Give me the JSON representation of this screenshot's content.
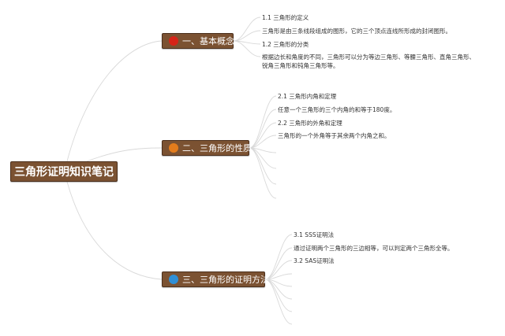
{
  "root": {
    "label": "三角形证明知识笔记"
  },
  "branches": [
    {
      "label": "一、基本概念",
      "dot_color": "#d62418",
      "items": [
        {
          "text": "1.1 三角形的定义"
        },
        {
          "text": "三角形是由三条线段组成的图形，它的三个顶点连线所形成的封闭图形。"
        },
        {
          "text": "1.2 三角形的分类"
        },
        {
          "text": "根据边长和角度的不同，三角形可以分为等边三角形、等腰三角形、直角三角形、锐角三角形和钝角三角形等。"
        }
      ]
    },
    {
      "label": "二、三角形的性质",
      "dot_color": "#e37c1c",
      "items": [
        {
          "text": "2.1 三角形内角和定理"
        },
        {
          "text": "任意一个三角形的三个内角的和等于180度。"
        },
        {
          "text": "2.2 三角形的外角和定理"
        },
        {
          "text": "三角形的一个外角等于其余两个内角之和。"
        }
      ]
    },
    {
      "label": "三、三角形的证明方法",
      "dot_color": "#2f8fd6",
      "items": [
        {
          "text": "3.1 SSS证明法"
        },
        {
          "text": "通过证明两个三角形的三边相等，可以判定两个三角形全等。"
        },
        {
          "text": "3.2 SAS证明法"
        }
      ]
    }
  ],
  "colors": {
    "node_fill": "#7b5232",
    "line": "#d9d9d9"
  }
}
